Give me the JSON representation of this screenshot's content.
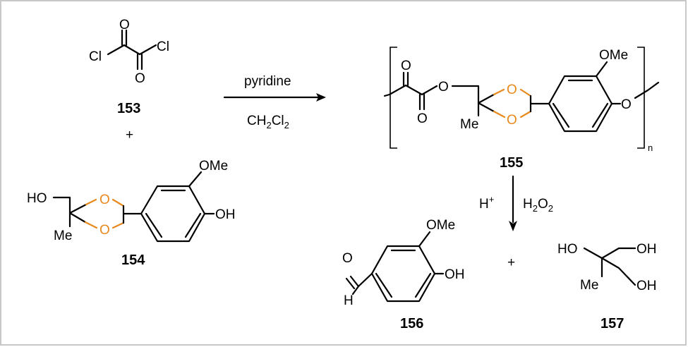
{
  "colors": {
    "frame": "#c8c8c8",
    "acetal_oxygen": "#e8891c",
    "ink": "#000000"
  },
  "compounds": {
    "c153": {
      "number": "153",
      "atoms": {
        "cl_left": "Cl",
        "cl_right": "Cl",
        "o_top": "O",
        "o_bottom": "O"
      }
    },
    "c154": {
      "number": "154",
      "atoms": {
        "ho": "HO",
        "me": "Me",
        "o_ring_top": "O",
        "o_ring_bottom": "O",
        "ome": "OMe",
        "oh": "OH"
      }
    },
    "c155": {
      "number": "155",
      "repeat": "n",
      "atoms": {
        "o_keto": "O",
        "o_ester": "O",
        "o_link": "O",
        "me": "Me",
        "o_ring_top": "O",
        "o_ring_bottom": "O",
        "ome": "OMe",
        "o_aryl": "O"
      }
    },
    "c156": {
      "number": "156",
      "atoms": {
        "o_ald": "O",
        "h_ald": "H",
        "ome": "OMe",
        "oh": "OH"
      }
    },
    "c157": {
      "number": "157",
      "atoms": {
        "ho": "HO",
        "oh_top": "OH",
        "me": "Me",
        "oh_bottom": "OH"
      }
    }
  },
  "plus_signs": [
    "+",
    "+"
  ],
  "reaction1": {
    "above": "pyridine",
    "below_parts": [
      "CH",
      "2",
      "Cl",
      "2"
    ]
  },
  "reaction2": {
    "left_base": "H",
    "left_sup": "+",
    "right_parts": [
      "H",
      "2",
      "O",
      "2"
    ]
  }
}
